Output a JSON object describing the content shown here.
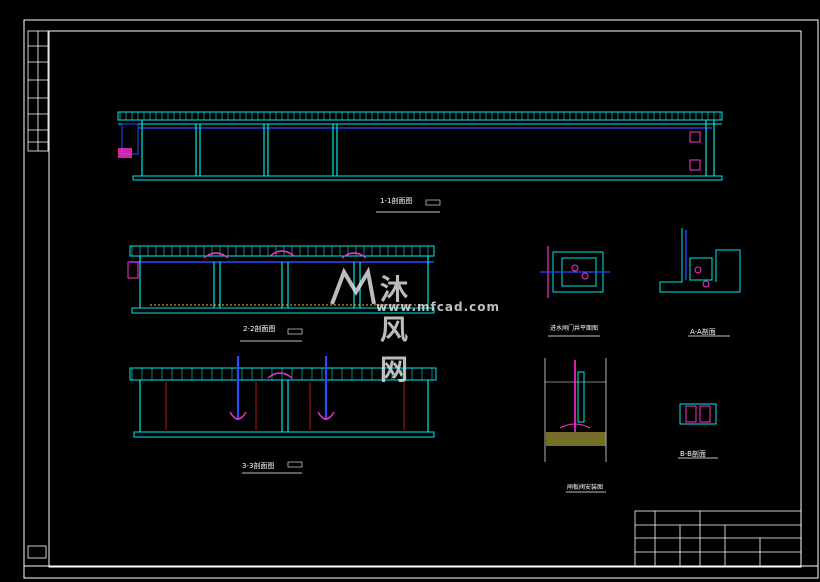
{
  "watermark": {
    "cn": "沐风网",
    "en": "www.mfcad.com",
    "logo_icon": "mf-logo-icon"
  },
  "sections": {
    "s11": "1-1剖面图",
    "s22": "2-2剖面图",
    "s33": "3-3剖面图",
    "detail": "进水闸门井平面图",
    "aa": "A-A剖面",
    "valve": "闸板阀安装图",
    "bb": "B-B剖面"
  },
  "colors": {
    "frame": "#ffffff",
    "structure": "#00e6e6",
    "pipe": "#2a4bff",
    "fitting": "#ff2fd0",
    "rebar": "#e02020",
    "fill": "#d6c84a"
  }
}
